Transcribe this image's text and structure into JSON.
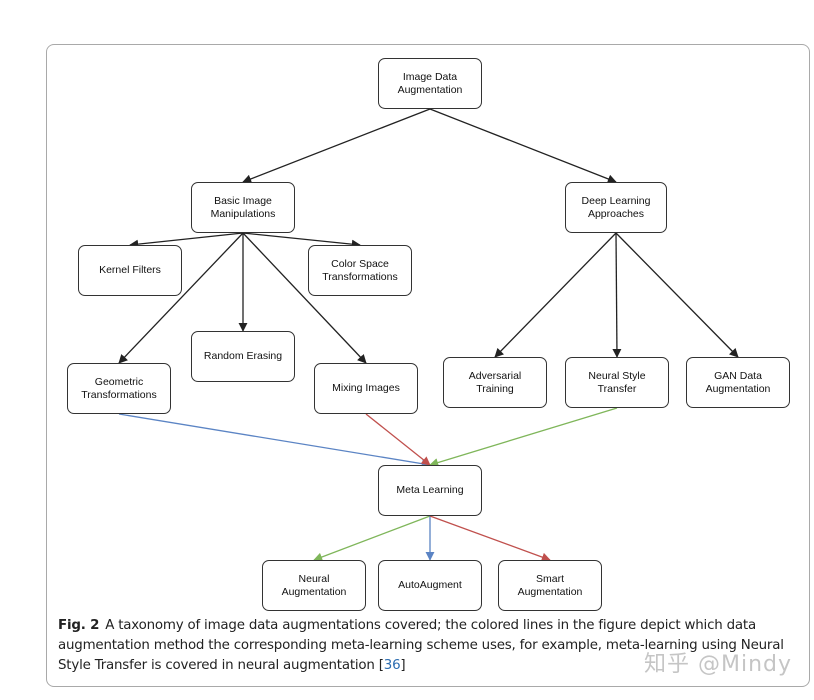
{
  "nodes": {
    "image_data_augmentation": "Image Data\nAugmentation",
    "basic_image_manipulations": "Basic Image\nManipulations",
    "deep_learning_approaches": "Deep Learning\nApproaches",
    "kernel_filters": "Kernel Filters",
    "color_space_transformations": "Color Space\nTransformations",
    "random_erasing": "Random Erasing",
    "geometric_transformations": "Geometric\nTransformations",
    "mixing_images": "Mixing Images",
    "adversarial_training": "Adversarial Training",
    "neural_style_transfer": "Neural Style Transfer",
    "gan_data_augmentation": "GAN Data\nAugmentation",
    "meta_learning": "Meta Learning",
    "neural_augmentation": "Neural Augmentation",
    "autoaugment": "AutoAugment",
    "smart_augmentation": "Smart Augmentation"
  },
  "edges": [
    {
      "from": "image_data_augmentation",
      "to": "basic_image_manipulations",
      "color": "#222222"
    },
    {
      "from": "image_data_augmentation",
      "to": "deep_learning_approaches",
      "color": "#222222"
    },
    {
      "from": "basic_image_manipulations",
      "to": "kernel_filters",
      "color": "#222222"
    },
    {
      "from": "basic_image_manipulations",
      "to": "color_space_transformations",
      "color": "#222222"
    },
    {
      "from": "basic_image_manipulations",
      "to": "random_erasing",
      "color": "#222222"
    },
    {
      "from": "basic_image_manipulations",
      "to": "geometric_transformations",
      "color": "#222222"
    },
    {
      "from": "basic_image_manipulations",
      "to": "mixing_images",
      "color": "#222222"
    },
    {
      "from": "deep_learning_approaches",
      "to": "adversarial_training",
      "color": "#222222"
    },
    {
      "from": "deep_learning_approaches",
      "to": "neural_style_transfer",
      "color": "#222222"
    },
    {
      "from": "deep_learning_approaches",
      "to": "gan_data_augmentation",
      "color": "#222222"
    },
    {
      "from": "geometric_transformations",
      "to": "meta_learning",
      "color": "#5b84c4"
    },
    {
      "from": "mixing_images",
      "to": "meta_learning",
      "color": "#c0504d"
    },
    {
      "from": "neural_style_transfer",
      "to": "meta_learning",
      "color": "#7fb65a"
    },
    {
      "from": "meta_learning",
      "to": "neural_augmentation",
      "color": "#7fb65a"
    },
    {
      "from": "meta_learning",
      "to": "autoaugment",
      "color": "#5b84c4"
    },
    {
      "from": "meta_learning",
      "to": "smart_augmentation",
      "color": "#c0504d"
    }
  ],
  "caption": {
    "label": "Fig. 2",
    "text_before_ref": "A taxonomy of image data augmentations covered; the colored lines in the figure depict which data augmentation method the corresponding meta-learning scheme uses, for example, meta-learning using Neural Style Transfer is covered in neural augmentation [",
    "ref": "36",
    "text_after_ref": "]"
  },
  "watermark": "知乎 @Mindy"
}
